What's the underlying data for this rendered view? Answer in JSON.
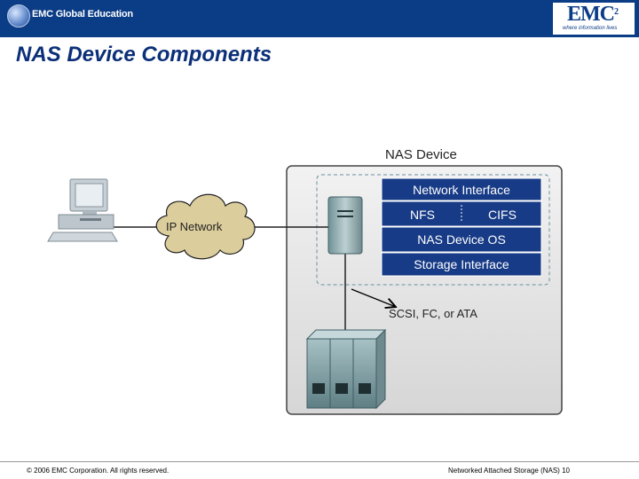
{
  "header": {
    "edu_logo_text": "EMC Global Education",
    "brand_logo": "EMC",
    "brand_superscript": "2",
    "brand_tagline": "where information lives"
  },
  "slide": {
    "title": "NAS Device Components"
  },
  "diagram": {
    "nas_device_label": "NAS Device",
    "network_cloud_label": "IP Network",
    "network_interface": "Network Interface",
    "nfs": "NFS",
    "cifs": "CIFS",
    "nas_os": "NAS Device OS",
    "storage_interface": "Storage Interface",
    "connection_label": "SCSI, FC, or ATA"
  },
  "footer": {
    "copyright": "© 2006 EMC Corporation. All rights reserved.",
    "page_info": "Networked Attached Storage (NAS) 10"
  },
  "colors": {
    "header_blue": "#0b3c86",
    "title_blue": "#0b2f78",
    "stack_blue": "#173b86",
    "cloud_fill": "#dccd9c",
    "nas_box_fill": "#dedede"
  }
}
